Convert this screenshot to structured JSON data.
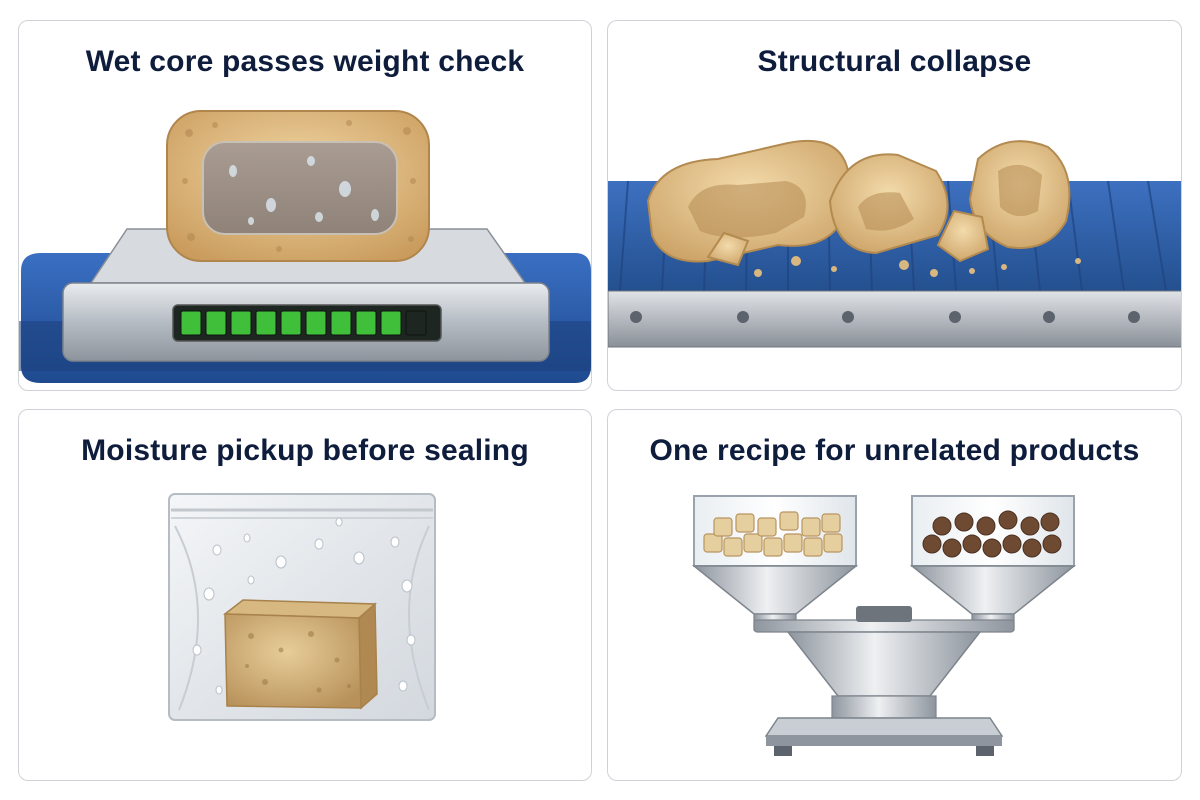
{
  "panels": [
    {
      "id": "wet-core",
      "title": "Wet core passes weight check",
      "illustration": {
        "objects": [
          "conveyor-belt",
          "weighing-scale",
          "bread-loaf-with-wet-core"
        ],
        "scale_display": {
          "segments_total": 10,
          "segments_lit": 9,
          "lit_color": "#3fbf3a",
          "unlit_color": "#1d2620"
        }
      }
    },
    {
      "id": "structural-collapse",
      "title": "Structural collapse",
      "illustration": {
        "objects": [
          "conveyor-belt",
          "crumbled-pieces"
        ],
        "belt_color": "#2f5ea8"
      }
    },
    {
      "id": "moisture-pickup",
      "title": "Moisture pickup before sealing",
      "illustration": {
        "objects": [
          "plastic-zip-bag",
          "water-droplets",
          "cube-block"
        ]
      }
    },
    {
      "id": "one-recipe",
      "title": "One recipe for unrelated products",
      "illustration": {
        "objects": [
          "dual-hopper-feeder",
          "beige-cubes",
          "brown-pellets",
          "stainless-base"
        ]
      }
    }
  ],
  "colors": {
    "title_text": "#0f1d3d",
    "panel_border": "#cfd3d8",
    "belt_blue": "#2f5ea8",
    "crumb_tan": "#e3c48f",
    "steel": "#b8bec6"
  }
}
